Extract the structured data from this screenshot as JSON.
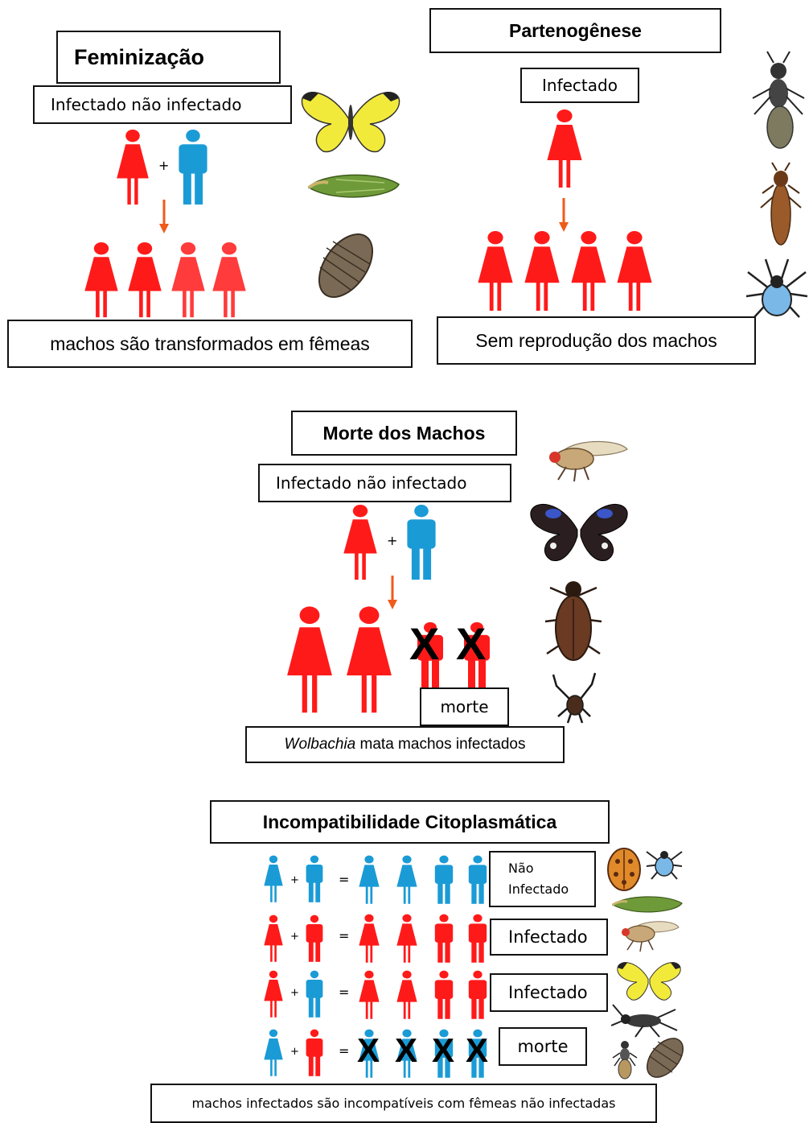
{
  "colors": {
    "infected": "#ff1a1a",
    "uninfected": "#1a9bd6",
    "arrow": "#f05a1a"
  },
  "feminization": {
    "title": "Feminização",
    "cross_label": "Infectado  não infectado",
    "caption": "machos são transformados em fêmeas",
    "plus": "+",
    "insects": [
      "butterfly",
      "leafhopper",
      "woodlouse"
    ]
  },
  "parthenogenesis": {
    "title": "Partenogênese",
    "parent_label": "Infectado",
    "caption": "Sem reprodução dos machos",
    "insects": [
      "wasp",
      "thrips",
      "mite"
    ]
  },
  "male_killing": {
    "title": "Morte dos Machos",
    "cross_label": "Infectado  não infectado",
    "plus": "+",
    "death_label": "morte",
    "caption_italic": "Wolbachia",
    "caption_rest": " mata machos infectados",
    "insects": [
      "fly",
      "butterfly",
      "beetle",
      "pseudoscorpion"
    ]
  },
  "ci": {
    "title": "Incompatibilidade Citoplasmática",
    "plus": "+",
    "equals": "=",
    "rows": [
      {
        "label": "Não Infectado"
      },
      {
        "label": "Infectado"
      },
      {
        "label": "Infectado"
      },
      {
        "label": "morte"
      }
    ],
    "caption": "machos infectados são incompatíveis com fêmeas não infectadas",
    "insects": [
      "ladybird",
      "mite",
      "leafhopper",
      "fly",
      "butterfly",
      "cricket",
      "wasp",
      "woodlouse"
    ]
  },
  "x_mark": "X"
}
